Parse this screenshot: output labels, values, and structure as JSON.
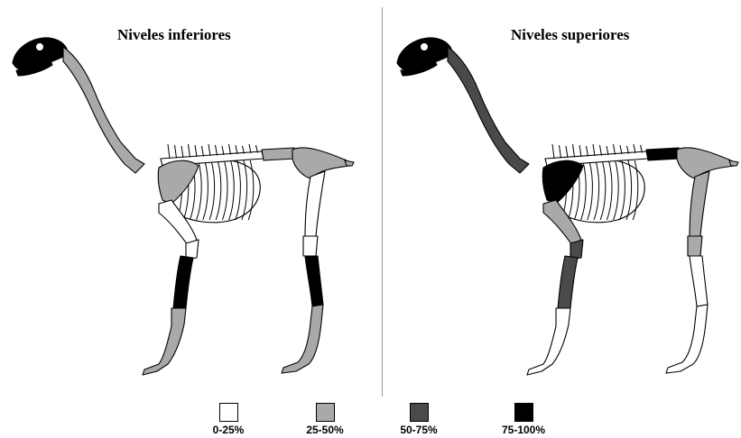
{
  "panels": [
    {
      "title": "Niveles inferiores",
      "regions": {
        "skull": "75-100%",
        "neck": "25-50%",
        "thorax": "0-25%",
        "scapula": "25-50%",
        "pelvis": "25-50%",
        "lumbar": "25-50%",
        "humerus": "0-25%",
        "radius": "0-25%",
        "metacarpal": "75-100%",
        "fore_phalanges": "25-50%",
        "femur": "0-25%",
        "tibia": "0-25%",
        "metatarsal": "75-100%",
        "hind_phalanges": "25-50%"
      }
    },
    {
      "title": "Niveles superiores",
      "regions": {
        "skull": "75-100%",
        "neck": "50-75%",
        "thorax": "0-25%",
        "scapula": "75-100%",
        "pelvis": "25-50%",
        "lumbar": "75-100%",
        "humerus": "25-50%",
        "radius": "50-75%",
        "metacarpal": "50-75%",
        "fore_phalanges": "0-25%",
        "femur": "25-50%",
        "tibia": "25-50%",
        "metatarsal": "0-25%",
        "hind_phalanges": "0-25%"
      }
    }
  ],
  "legend": [
    {
      "label": "0-25%",
      "color": "#ffffff"
    },
    {
      "label": "25-50%",
      "color": "#a9a9a9"
    },
    {
      "label": "50-75%",
      "color": "#4a4a4a"
    },
    {
      "label": "75-100%",
      "color": "#000000"
    }
  ]
}
